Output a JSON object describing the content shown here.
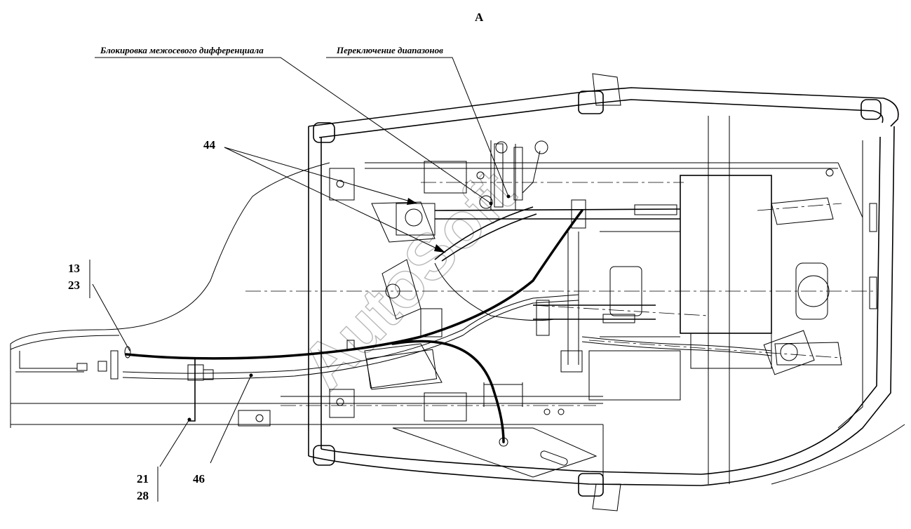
{
  "view_label": "А",
  "callouts": {
    "diff_lock": "Блокировка межосевого дифференциала",
    "range_switch": "Переключение диапазонов"
  },
  "part_numbers": {
    "p44": "44",
    "p13": "13",
    "p23": "23",
    "p21": "21",
    "p28": "28",
    "p46": "46"
  },
  "watermark": "AutoSoft"
}
